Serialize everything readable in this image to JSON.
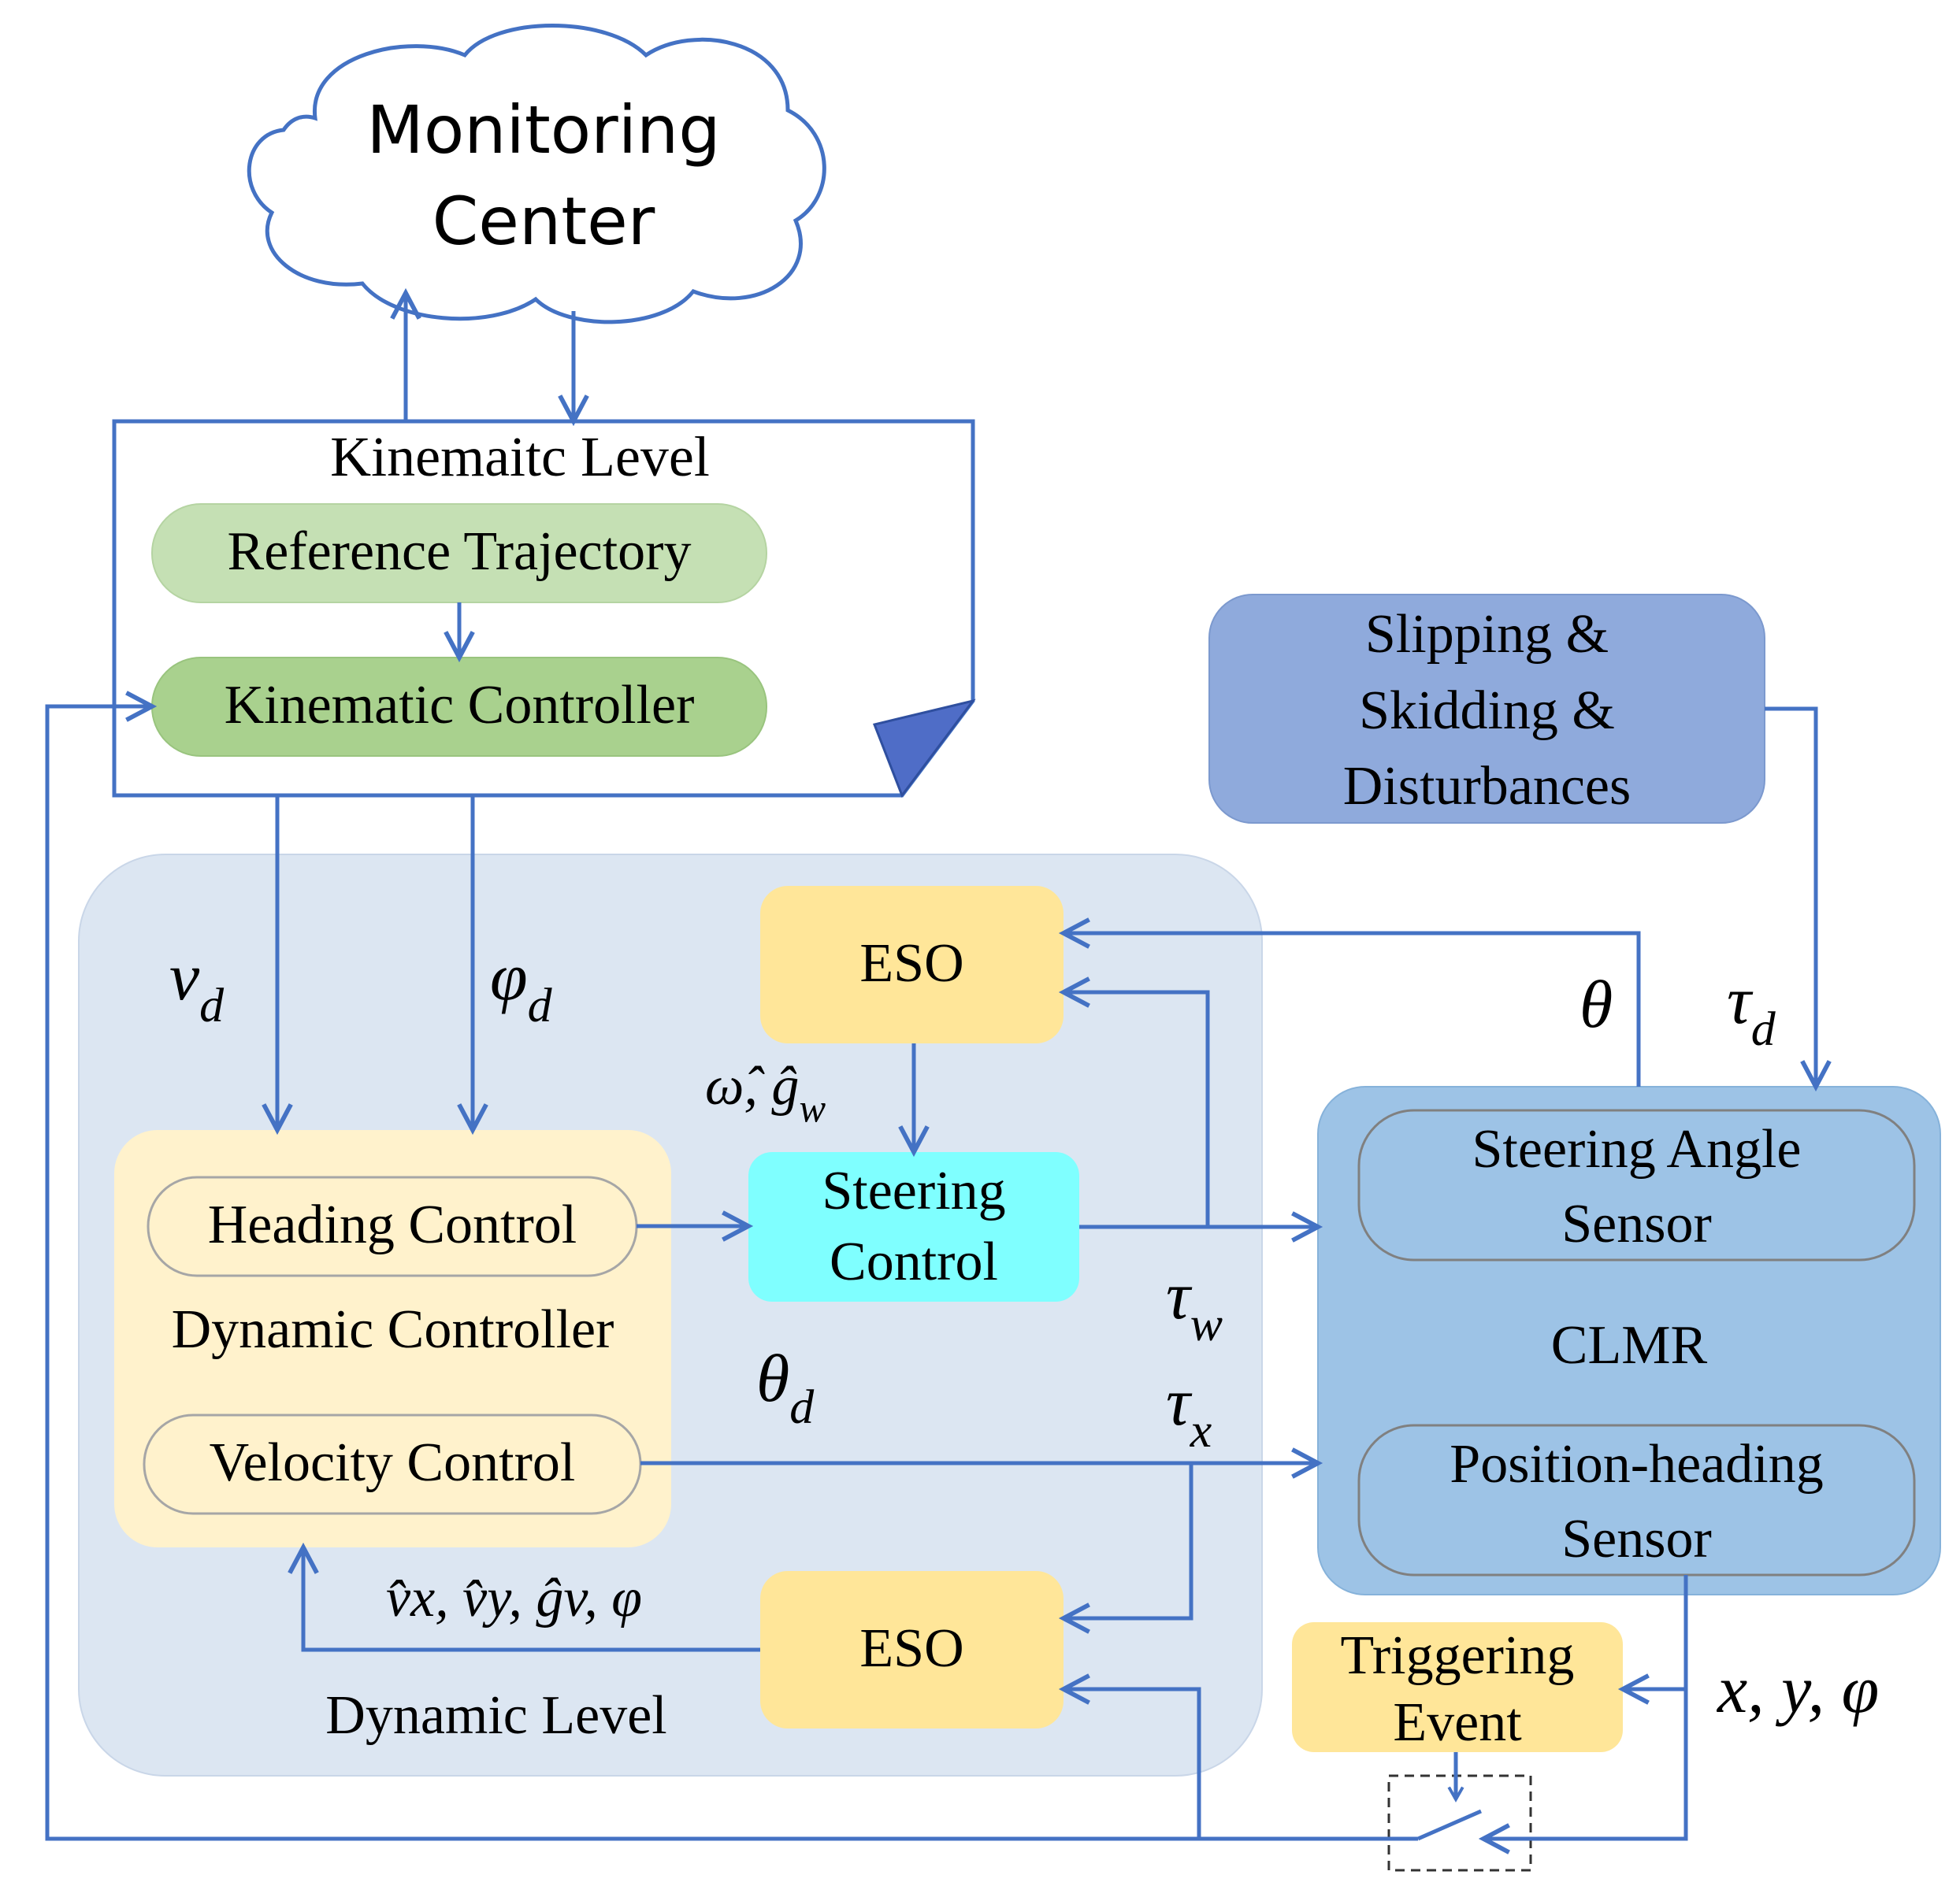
{
  "colors": {
    "line": "#4472C4",
    "dynamic_level_bg": "#DCE6F2",
    "dynamic_controller_bg": "#FFF2CC",
    "eso_bg": "#FFE699",
    "steering_control_bg": "#7FFFFF",
    "reference_trajectory_bg": "#C5E0B4",
    "kinematic_controller_bg": "#A9D18E",
    "disturbance_bg": "#8FAADC",
    "clmr_bg": "#9DC3E6",
    "triggering_event_bg": "#FFE699"
  },
  "monitoring_center": {
    "line1": "Monitoring",
    "line2": "Center"
  },
  "kinematic_level": {
    "title": "Kinemaitc Level",
    "reference_trajectory": "Reference Trajectory",
    "kinematic_controller": "Kinematic Controller"
  },
  "disturbances": {
    "line1": "Slipping &",
    "line2": "Skidding &",
    "line3": "Disturbances"
  },
  "dynamic_level": {
    "title": "Dynamic Level",
    "dynamic_controller": "Dynamic Controller",
    "heading_control": "Heading Control",
    "velocity_control": "Velocity Control",
    "eso_top": "ESO",
    "eso_bottom": "ESO",
    "steering_control": {
      "line1": "Steering",
      "line2": "Control"
    }
  },
  "clmr": {
    "title": "CLMR",
    "steering_sensor": {
      "line1": "Steering Angle",
      "line2": "Sensor"
    },
    "position_sensor": {
      "line1": "Position-heading",
      "line2": "Sensor"
    }
  },
  "triggering_event": {
    "line1": "Triggering",
    "line2": "Event"
  },
  "signals": {
    "v_d": {
      "base": "v",
      "sub": "d"
    },
    "phi_d": {
      "base": "φ",
      "sub": "d"
    },
    "theta": "θ",
    "tau_d": {
      "base": "τ",
      "sub": "d"
    },
    "omega_hat_g_w": {
      "base": "ω̂, ĝ",
      "sub": "w"
    },
    "tau_w": {
      "base": "τ",
      "sub": "w"
    },
    "theta_d": {
      "base": "θ",
      "sub": "d"
    },
    "tau_x": {
      "base": "τ",
      "sub": "x"
    },
    "eso_output": "v̂x, v̂y, ĝv, φ",
    "xy_phi": "x, y, φ"
  }
}
